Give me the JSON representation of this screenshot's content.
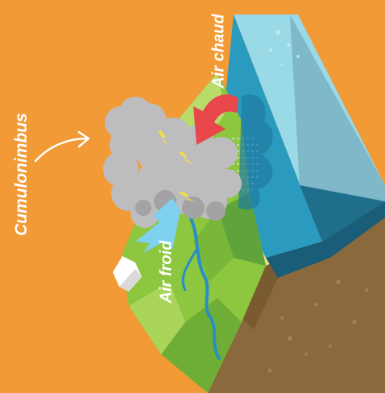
{
  "labels": {
    "cloud": "Cumulonimbus",
    "warm_air": "Air chaud",
    "cold_air": "Air froid"
  },
  "colors": {
    "background": "#F29A35",
    "sea": "#2A9BBE",
    "sea_light": "#8ED6E6",
    "land_green": "#8DC63F",
    "land_dark_green": "#5FA33A",
    "soil": "#8A6A3C",
    "cloud": "#BDBDBF",
    "warm_arrow": "#E8474C",
    "cold_arrow": "#7FD1F0",
    "river": "#2A8FC0"
  }
}
